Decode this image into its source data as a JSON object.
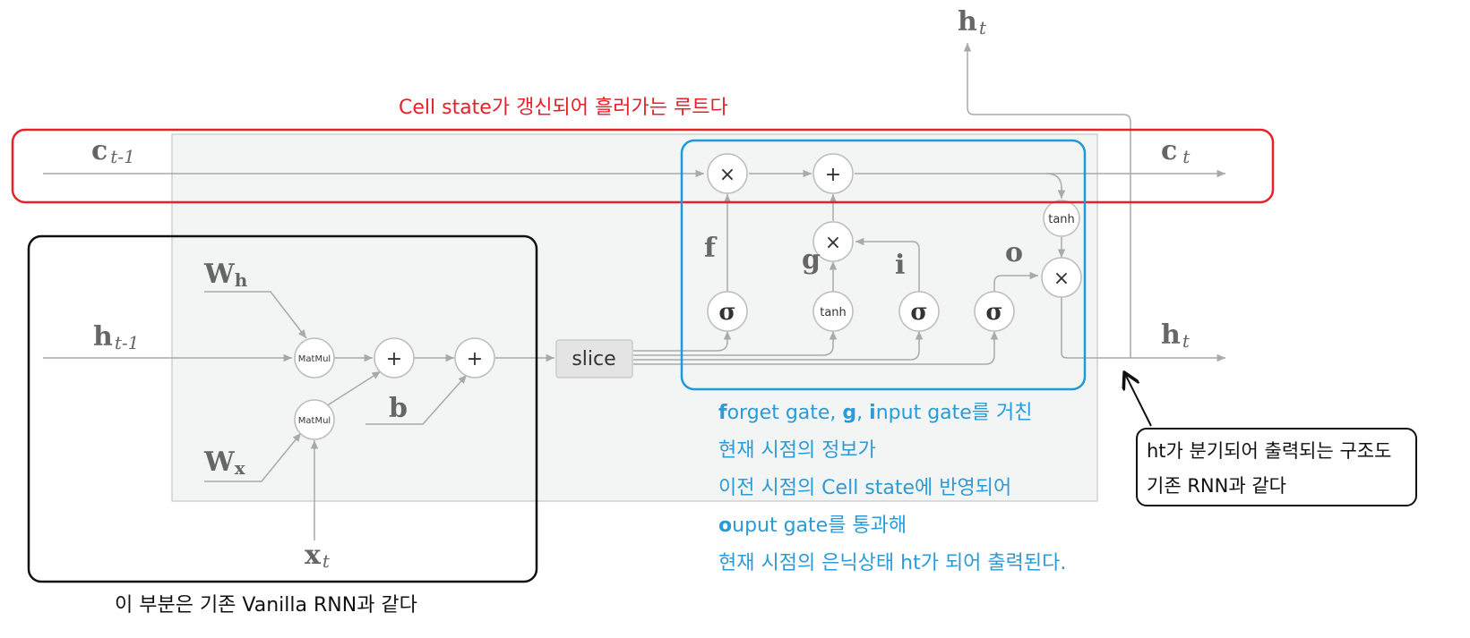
{
  "labels": {
    "ct_prev_main": "c",
    "ct_prev_sub": "t-1",
    "ct_main": "c",
    "ct_sub": "t",
    "ht_prev_main": "h",
    "ht_prev_sub": "t-1",
    "ht_right_main": "h",
    "ht_right_sub": "t",
    "ht_top_main": "h",
    "ht_top_sub": "t",
    "wh_main": "W",
    "wh_sub": "h",
    "wx_main": "W",
    "wx_sub": "x",
    "xt_main": "x",
    "xt_sub": "t",
    "b": "b",
    "f": "f",
    "g": "g",
    "i": "i",
    "o": "o"
  },
  "nodes": {
    "matmul": "MatMul",
    "tanh": "tanh",
    "sigma": "σ",
    "plus": "+",
    "times": "×",
    "slice": "slice"
  },
  "annotations": {
    "cell_route": "Cell state가 갱신되어 흘러가는 루트다",
    "vanilla_note": "이 부분은 기존 Vanilla RNN과 같다",
    "gate_line1_b1": "f",
    "gate_line1_t1": "orget gate, ",
    "gate_line1_b2": "g",
    "gate_line1_t2": ", ",
    "gate_line1_b3": "i",
    "gate_line1_t3": "nput gate를 거친",
    "gate_line2": "현재 시점의 정보가",
    "gate_line3": "이전 시점의 Cell state에 반영되어",
    "gate_line4_b": "o",
    "gate_line4_t": "uput gate를 통과해",
    "gate_line5": "현재 시점의 은닉상태 ht가 되어 출력된다.",
    "branch_line1": "ht가 분기되어 출력되는 구조도",
    "branch_line2": "기존 RNN과 같다"
  },
  "colors": {
    "red_box": "#e8202a",
    "blue_box": "#1e9ad6",
    "black_box": "#111111",
    "grey_panel": "#f3f4f4",
    "line": "#a9a9a9",
    "label": "#666666",
    "red_text": "#e8202a",
    "blue_text": "#2a9bd6"
  }
}
